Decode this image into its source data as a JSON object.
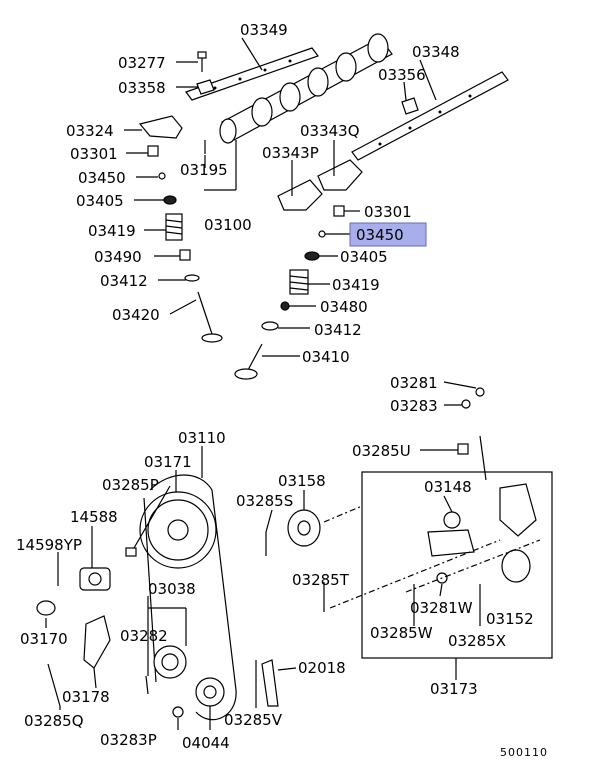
{
  "labels": {
    "p03349": "03349",
    "p03277": "03277",
    "p03358": "03358",
    "p03348": "03348",
    "p03356": "03356",
    "p03324": "03324",
    "p03343Q": "03343Q",
    "p03301a": "03301",
    "p03343P": "03343P",
    "p03195": "03195",
    "p03450a": "03450",
    "p03405a": "03405",
    "p03100": "03100",
    "p03301b": "03301",
    "p03419a": "03419",
    "p03450b": "03450",
    "p03490": "03490",
    "p03405b": "03405",
    "p03412a": "03412",
    "p03419b": "03419",
    "p03420": "03420",
    "p03480": "03480",
    "p03412b": "03412",
    "p03410": "03410",
    "p03281": "03281",
    "p03283": "03283",
    "p03110": "03110",
    "p03285U": "03285U",
    "p03171": "03171",
    "p03285P": "03285P",
    "p03158": "03158",
    "p03148": "03148",
    "p14588": "14588",
    "p03285S": "03285S",
    "p14598YP": "14598YP",
    "p03038": "03038",
    "p03285T": "03285T",
    "p03282": "03282",
    "p03281W": "03281W",
    "p03152": "03152",
    "p03170": "03170",
    "p03285W": "03285W",
    "p03285X": "03285X",
    "p02018": "02018",
    "p03178": "03178",
    "p03173": "03173",
    "p03285Q": "03285Q",
    "p03285V": "03285V",
    "p03283P": "03283P",
    "p04044": "04044"
  },
  "highlight_part": "03450",
  "highlight_color": "#9aa0e6",
  "diagram_code": "500110"
}
